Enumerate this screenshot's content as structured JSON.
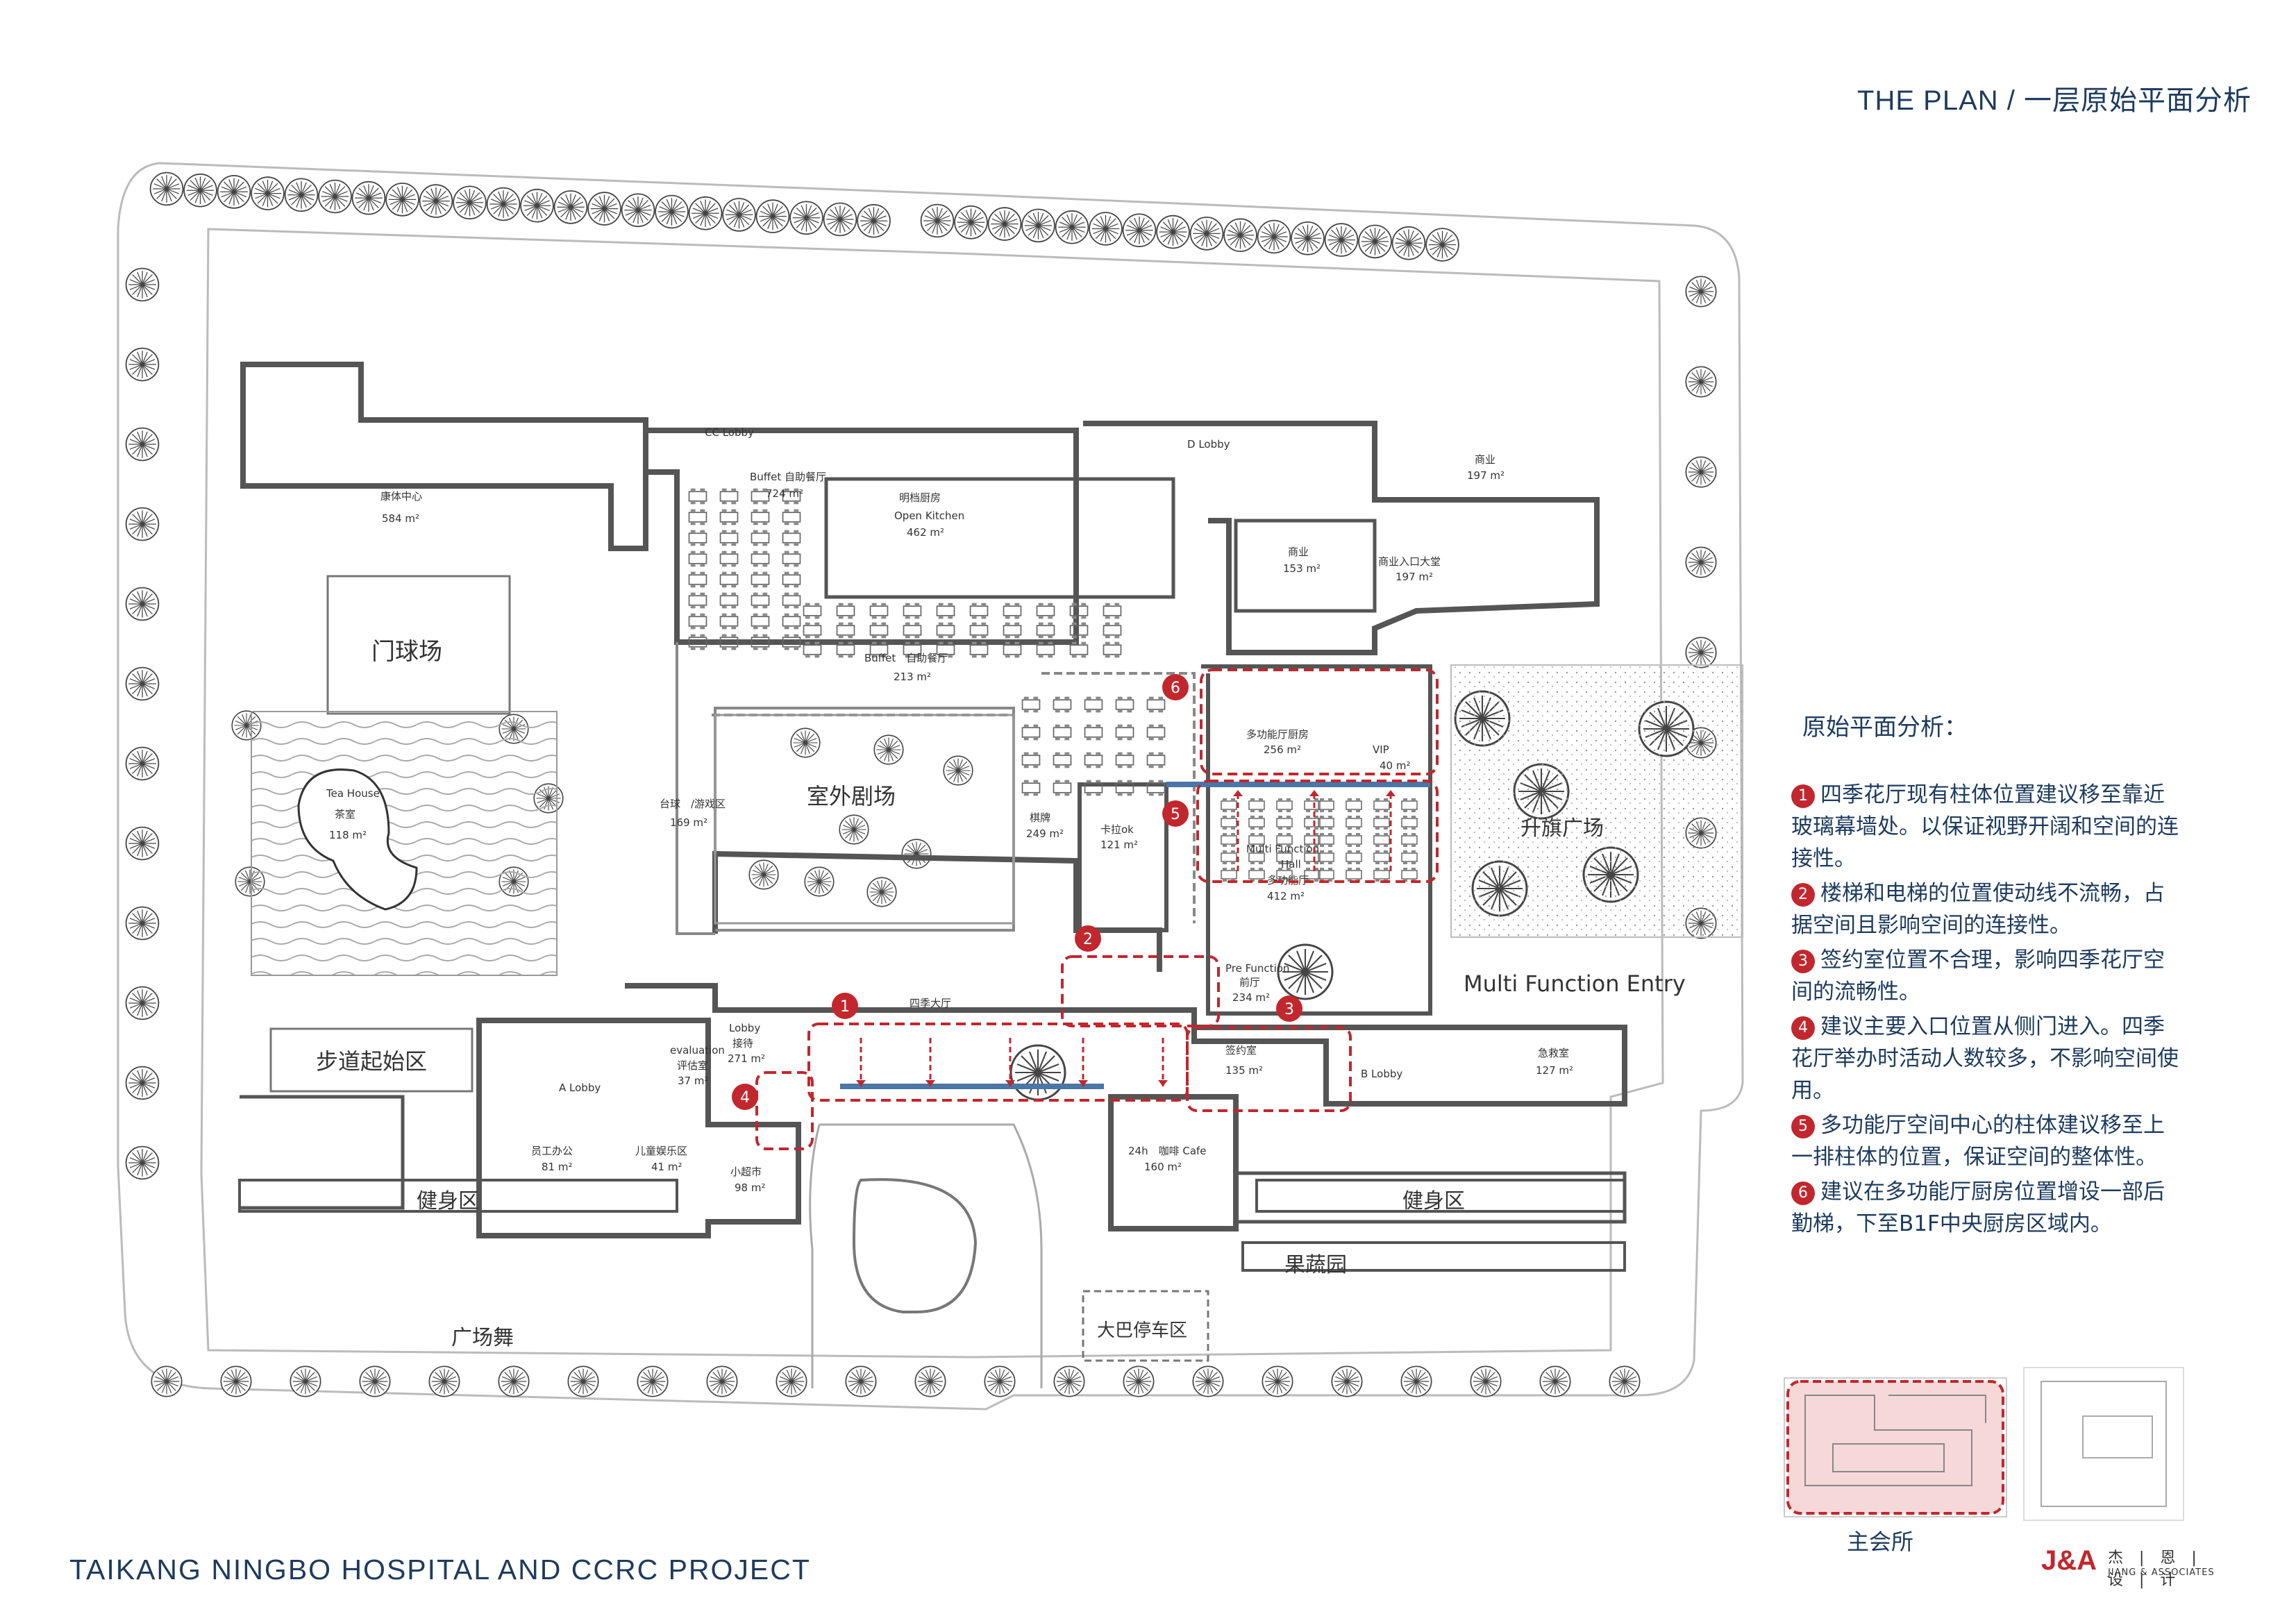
{
  "header": {
    "title": "THE PLAN / 一层原始平面分析"
  },
  "footer": {
    "project": "TAIKANG NINGBO HOSPITAL AND CCRC PROJECT",
    "logo_mark": "J&A",
    "logo_cn": "杰 | 恩 | 设 | 计",
    "logo_en": "JIANG & ASSOCIATES"
  },
  "analysis": {
    "heading": "原始平面分析：",
    "notes": [
      {
        "num": "1",
        "text": "四季花厅现有柱体位置建议移至靠近玻璃幕墙处。以保证视野开阔和空间的连接性。"
      },
      {
        "num": "2",
        "text": "楼梯和电梯的位置使动线不流畅，占据空间且影响空间的连接性。"
      },
      {
        "num": "3",
        "text": "签约室位置不合理，影响四季花厅空间的流畅性。"
      },
      {
        "num": "4",
        "text": "建议主要入口位置从侧门进入。四季花厅举办时活动人数较多，不影响空间使用。"
      },
      {
        "num": "5",
        "text": "多功能厅空间中心的柱体建议移至上一排柱体的位置，保证空间的整体性。"
      },
      {
        "num": "6",
        "text": "建议在多功能厅厨房位置增设一部后勤梯，下至B1F中央厨房区域内。"
      }
    ]
  },
  "key_map": {
    "label": "主会所"
  },
  "plan": {
    "zones": {
      "gate_ball": "门球场",
      "walkway_start": "步道起始区",
      "fitness_left": "健身区",
      "fitness_right": "健身区",
      "plaza_dance": "广场舞",
      "orchard": "果蔬园",
      "bus_parking": "大巴停车区",
      "flag_square": "升旗广场",
      "outdoor_theatre": "室外剧场",
      "mf_entry": "Multi Function Entry"
    },
    "rooms": {
      "fitness_center": "康体中心",
      "fitness_center_area": "584 m²",
      "buffet_a": "Buffet 自助餐厅",
      "buffet_a_area": "724 m²",
      "open_kitchen_cn": "明档厨房",
      "open_kitchen": "Open Kitchen",
      "open_kitchen_area": "462 m²",
      "buffet_b": "Buffet　自助餐厅",
      "buffet_b_area": "213 m²",
      "retail_a": "商业",
      "retail_a_area": "197 m²",
      "retail_b": "商业",
      "retail_b_area": "153 m²",
      "retail_entry": "商业入口大堂",
      "retail_entry_area": "197 m²",
      "cc_lobby": "CC Lobby",
      "d_lobby": "D Lobby",
      "tea_house": "Tea House",
      "tea_house_cn": "茶室",
      "tea_house_area": "118 m²",
      "billiards": "台球　/游戏区",
      "billiards_area": "169 m²",
      "chess": "棋牌",
      "chess_area": "249 m²",
      "karaoke": "卡拉ok",
      "karaoke_area": "121 m²",
      "mf_pantry": "多功能厅厨房",
      "mf_pantry_area": "256 m²",
      "vip": "VIP",
      "vip_area": "40 m²",
      "mf_hall": "Multi Function",
      "mf_hall_2": "Hall",
      "mf_hall_cn": "多功能厅",
      "mf_hall_area": "412 m²",
      "prefunction": "Pre Function",
      "prefunction_cn": "前厅",
      "prefunction_area": "234 m²",
      "four_season": "四季大厅",
      "lobby": "Lobby",
      "lobby_cn": "接待",
      "lobby_area": "271 m²",
      "evaluation": "evaluation",
      "evaluation_cn": "评估室",
      "evaluation_area": "37 m²",
      "a_lobby": "A Lobby",
      "staff_office": "员工办公",
      "staff_office_area": "81 m²",
      "kids": "儿童娱乐区",
      "kids_area": "41 m²",
      "mini_market": "小超市",
      "mini_market_area": "98 m²",
      "signing": "签约室",
      "signing_area": "135 m²",
      "b_lobby": "B Lobby",
      "emergency": "急救室",
      "emergency_area": "127 m²",
      "cafe": "24h　咖啡 Cafe",
      "cafe_area": "160 m²"
    },
    "markers": [
      "1",
      "2",
      "3",
      "4",
      "5",
      "6"
    ]
  },
  "colors": {
    "navy": "#1d3b5e",
    "red": "#c1272d",
    "wall": "#555555",
    "blue_line": "#4a76a8"
  }
}
